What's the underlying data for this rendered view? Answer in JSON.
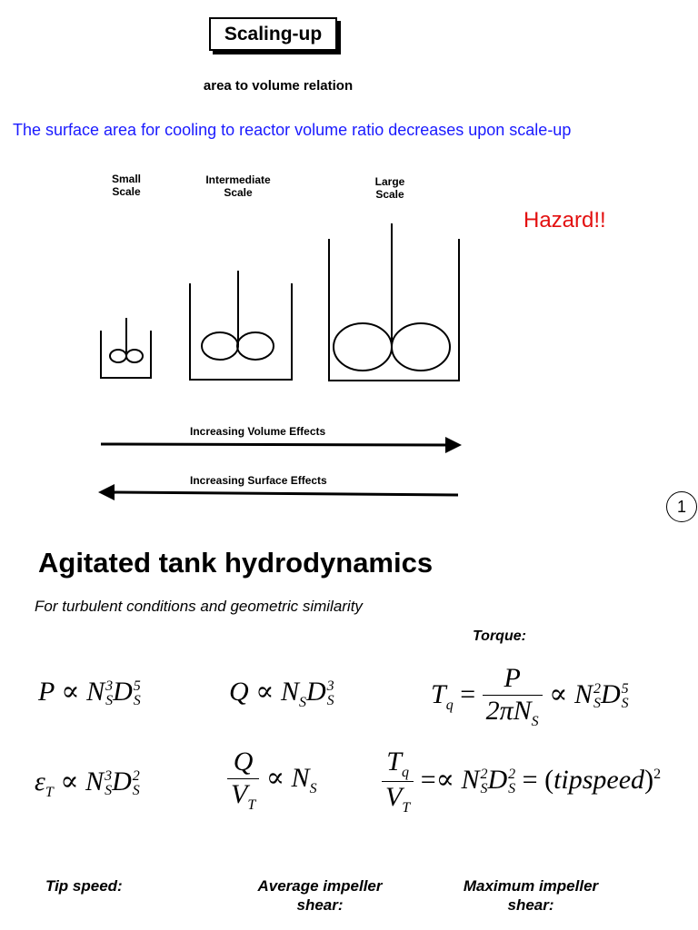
{
  "slide1": {
    "title": "Scaling-up",
    "subtitle": "area to volume relation",
    "description": "The surface area for cooling to reactor volume ratio decreases upon scale-up",
    "hazard": "Hazard!!",
    "scales": [
      {
        "label_line1": "Small",
        "label_line2": "Scale"
      },
      {
        "label_line1": "Intermediate",
        "label_line2": "Scale"
      },
      {
        "label_line1": "Large",
        "label_line2": "Scale"
      }
    ],
    "arrow_volume": "Increasing Volume Effects",
    "arrow_surface": "Increasing Surface Effects",
    "page_number": "1"
  },
  "slide2": {
    "heading": "Agitated tank hydrodynamics",
    "conditions": "For turbulent conditions and geometric similarity",
    "torque_label": "Torque:",
    "equations": {
      "power_lhs": "P",
      "flow_lhs": "Q",
      "torque_lhs": "T",
      "torque_num": "P",
      "torque_den": "2πN",
      "eps_lhs": "ε",
      "ratio_q_num": "Q",
      "ratio_q_den": "V",
      "ratio_t_num": "T",
      "ratio_t_den": "V",
      "tipspeed": "tipspeed"
    },
    "footer": {
      "tip_speed": "Tip speed:",
      "avg_shear_line1": "Average impeller",
      "avg_shear_line2": "shear:",
      "max_shear_line1": "Maximum impeller",
      "max_shear_line2": "shear:"
    }
  },
  "colors": {
    "description": "#1a1aff",
    "hazard": "#e31010"
  }
}
